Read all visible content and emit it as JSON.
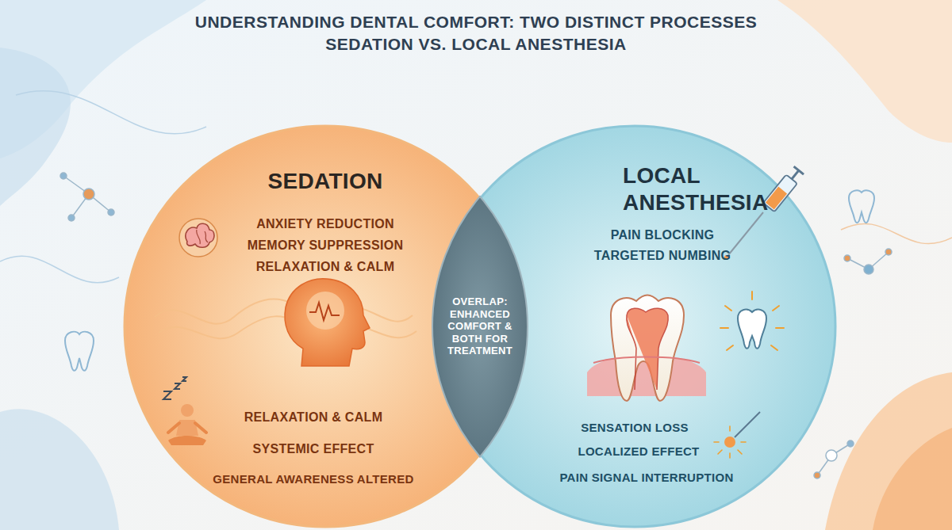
{
  "diagram": {
    "title": "UNDERSTANDING DENTAL COMFORT: TWO DISTINCT PROCESSES SEDATION VS. LOCAL ANESTHESIA",
    "nodes": [
      {
        "text": [
          "SEDATION",
          "ANXIETY REDUCTION",
          "MEMORY SUPPRESSION",
          "RELAXATION & CALM",
          "RELAXATION & CALM",
          "SYSTEMIC EFFECT",
          "GENERAL AWARENESS ALTERED"
        ]
      },
      {
        "text": [
          "LOCAL ANESTHESIA",
          "PAIN BLOCKING",
          "TARGETED NUMBING",
          "SENSATION LOSS",
          "LOCALIZED EFFECT",
          "PAIN SIGNAL INTERRUPTION"
        ]
      },
      {
        "text": [
          "OVERLAP: ENHANCED COMFORT & BOTH FOR TREATMENT"
        ]
      }
    ]
  }
}
